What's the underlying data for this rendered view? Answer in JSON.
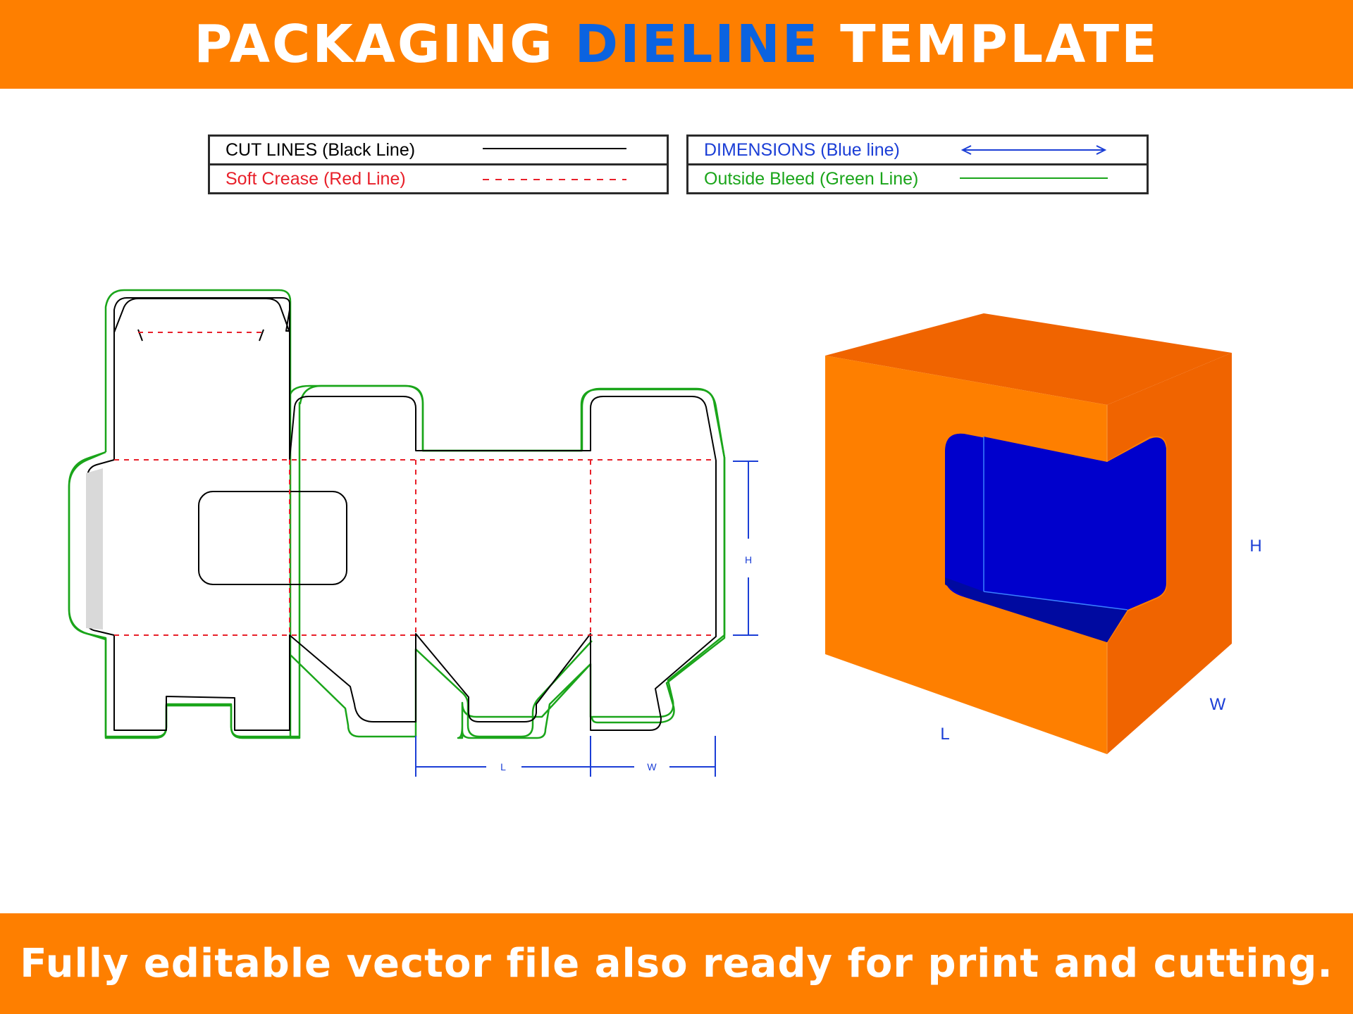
{
  "header": {
    "title_part1": "PACKAGING ",
    "title_accent": "DIELINE",
    "title_part2": " TEMPLATE"
  },
  "legend": {
    "cut_lines": "CUT LINES (Black Line)",
    "soft_crease": "Soft Crease (Red Line)",
    "dimensions": "DIMENSIONS (Blue line)",
    "outside_bleed": "Outside Bleed (Green Line)"
  },
  "dieline": {
    "dim_l": "L",
    "dim_w": "W",
    "dim_h": "H"
  },
  "box3d": {
    "label_h": "H",
    "label_w": "W",
    "label_l": "L"
  },
  "footer": {
    "text": "Fully editable vector file also ready for print and cutting."
  },
  "colors": {
    "banner": "#fe7f00",
    "accent": "#0b63e0",
    "cut": "#000000",
    "crease": "#e8202a",
    "dimension": "#1b3ed6",
    "bleed": "#1aa51a",
    "window": "#0000cc"
  }
}
